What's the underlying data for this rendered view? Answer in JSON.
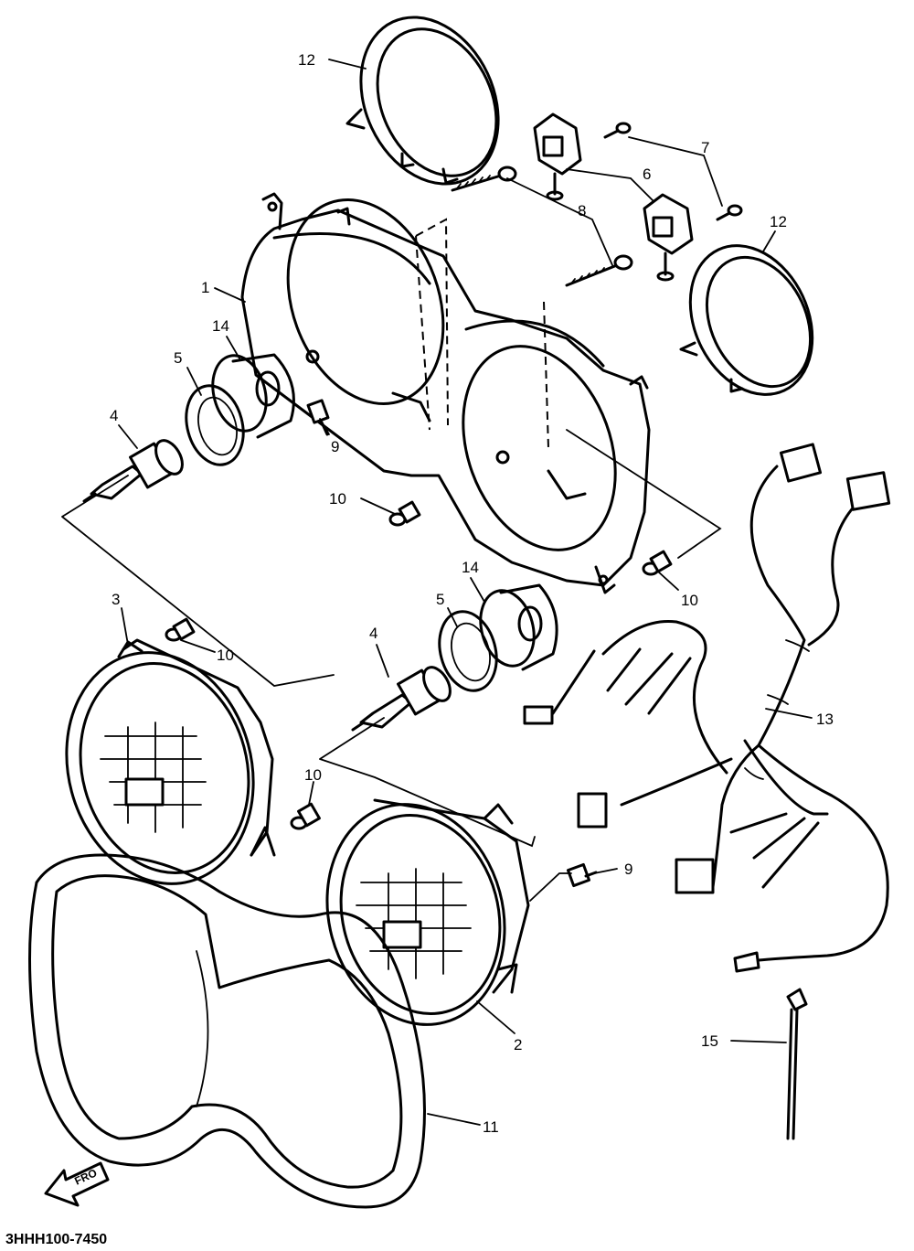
{
  "diagram": {
    "code": "3HHH100-7450",
    "front_arrow_label": "FRO",
    "callouts": [
      {
        "id": "c12a",
        "label": "12"
      },
      {
        "id": "c7",
        "label": "7"
      },
      {
        "id": "c6",
        "label": "6"
      },
      {
        "id": "c8",
        "label": "8"
      },
      {
        "id": "c12b",
        "label": "12"
      },
      {
        "id": "c1",
        "label": "1"
      },
      {
        "id": "c14a",
        "label": "14"
      },
      {
        "id": "c5a",
        "label": "5"
      },
      {
        "id": "c4a",
        "label": "4"
      },
      {
        "id": "c9a",
        "label": "9"
      },
      {
        "id": "c10a",
        "label": "10"
      },
      {
        "id": "c10b",
        "label": "10"
      },
      {
        "id": "c14b",
        "label": "14"
      },
      {
        "id": "c5b",
        "label": "5"
      },
      {
        "id": "c3",
        "label": "3"
      },
      {
        "id": "c10c",
        "label": "10"
      },
      {
        "id": "c4b",
        "label": "4"
      },
      {
        "id": "c13",
        "label": "13"
      },
      {
        "id": "c10d",
        "label": "10"
      },
      {
        "id": "c9b",
        "label": "9"
      },
      {
        "id": "c2",
        "label": "2"
      },
      {
        "id": "c15",
        "label": "15"
      },
      {
        "id": "c11",
        "label": "11"
      }
    ]
  }
}
